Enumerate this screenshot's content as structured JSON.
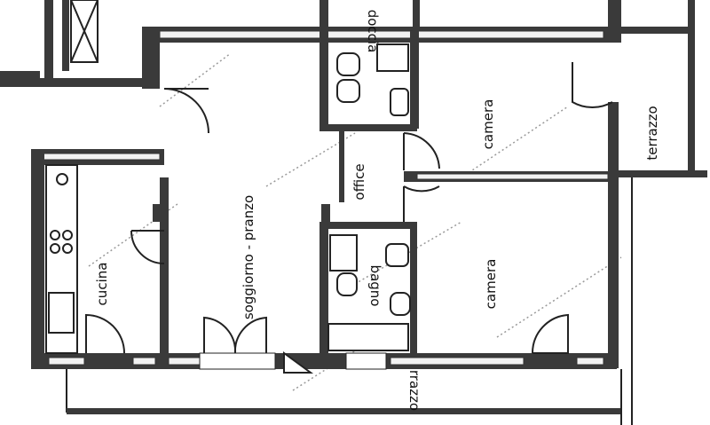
{
  "rooms": {
    "kitchen": "cucina",
    "living": "soggiorno - pranzo",
    "shower": "doccia",
    "office": "office",
    "bathroom": "bagno",
    "bedroom_top": "camera",
    "bedroom_bottom": "camera",
    "terrace_right": "terrazzo",
    "terrace_bottom": "rrazzo"
  }
}
